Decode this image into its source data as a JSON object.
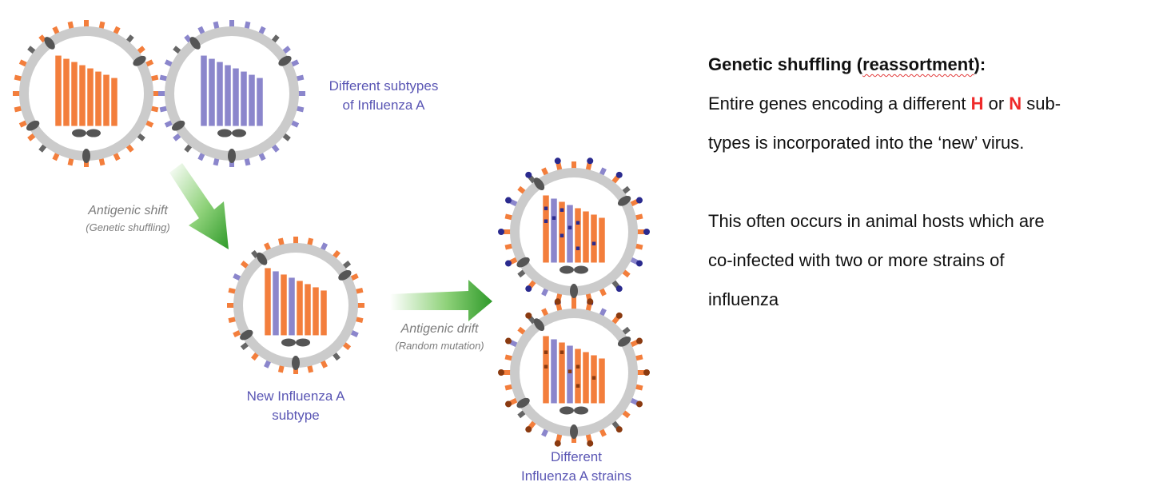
{
  "colors": {
    "hemagglutinin": "#f37e3c",
    "neuraminidase": "#8b86cc",
    "envelope": "#cbcbcb",
    "core": "#555555",
    "arrow": "#3fa535",
    "mutation_blue": "#2a2a8e",
    "mutation_brown": "#8a3a10",
    "label_blue": "#5a56b4",
    "label_gray": "#7d7d7d",
    "highlight_red": "#ef2a2a"
  },
  "diagram": {
    "label_subtypes_line1": "Different subtypes",
    "label_subtypes_line2": "of Influenza A",
    "label_shift_line1": "Antigenic shift",
    "label_shift_line2": "(Genetic shuffling)",
    "label_new_line1": "New Influenza A",
    "label_new_line2": "subtype",
    "label_drift_line1": "Antigenic drift",
    "label_drift_line2": "(Random mutation)",
    "label_strains_line1": "Different",
    "label_strains_line2": "Influenza A strains",
    "virus_icons": [
      "orange-virus-icon",
      "purple-virus-icon",
      "reassorted-virus-icon",
      "blue-mutated-virus-icon",
      "brown-mutated-virus-icon"
    ]
  },
  "text": {
    "heading_pre": "Genetic shuffling (",
    "heading_mid": "reassortment",
    "heading_post": "):",
    "para1_a": "Entire genes encoding a different ",
    "para1_h": "H",
    "para1_b": " or ",
    "para1_n": "N",
    "para1_c": " sub-",
    "para1_d": "types is incorporated into the ‘new’ virus.",
    "para2_a": "This often occurs in animal hosts which are",
    "para2_b": "co-infected with two or more strains of",
    "para2_c": "influenza"
  }
}
